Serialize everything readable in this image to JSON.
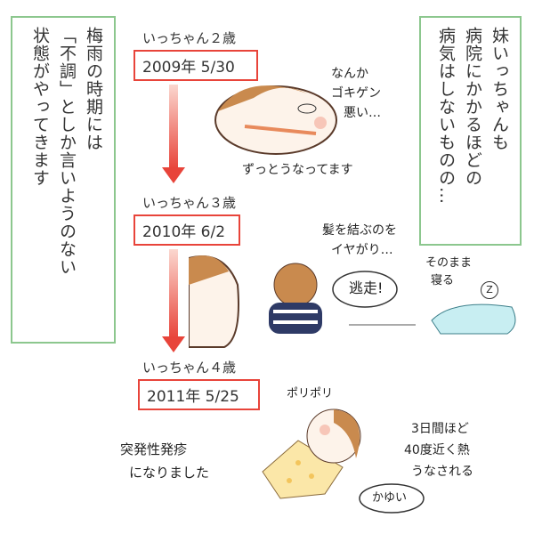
{
  "left_note": {
    "lines": [
      "梅雨の時期には",
      "「不調」としか言いようのない",
      "状態がやってきます"
    ]
  },
  "right_note": {
    "lines": [
      "妹いっちゃんも",
      "病院にかかるほどの",
      "病気はしないものの…"
    ]
  },
  "timeline": [
    {
      "age": "いっちゃん２歳",
      "date": "2009年 5/30",
      "captions": [
        "なんか",
        "ゴキゲン",
        "悪い…"
      ],
      "note": "ずっとうなってます"
    },
    {
      "age": "いっちゃん３歳",
      "date": "2010年 6/2",
      "captions": [
        "髪を結ぶのを",
        "イヤがり…"
      ],
      "bubble": "逃走!",
      "side_caption": [
        "そのまま",
        "寝る"
      ],
      "zzz": "Z"
    },
    {
      "age": "いっちゃん４歳",
      "date": "2011年 5/25",
      "captions": [
        "突発性発疹",
        "になりました"
      ],
      "sfx": "ポリポリ",
      "fever": [
        "3日間ほど",
        "40度近く熱",
        "うなされる"
      ],
      "bubble": "かゆい"
    }
  ],
  "colors": {
    "note_border": "#8cc78e",
    "date_border": "#e8443a",
    "arrow": "#e8443a"
  }
}
